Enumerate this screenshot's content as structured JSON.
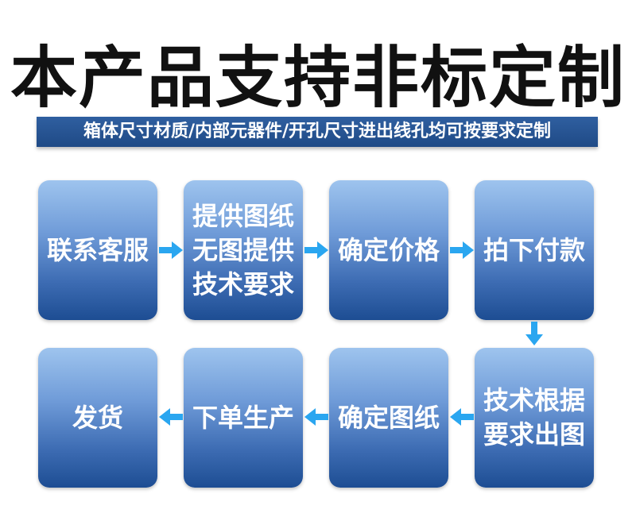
{
  "header": {
    "title": "本产品支持非标定制",
    "subtitle": "箱体尺寸材质/内部元器件/开孔尺寸进出线孔均可按要求定制"
  },
  "flow": {
    "step1": {
      "lines": [
        "联系客服"
      ]
    },
    "step2": {
      "lines": [
        "提供图纸",
        "无图提供",
        "技术要求"
      ]
    },
    "step3": {
      "lines": [
        "确定价格"
      ]
    },
    "step4": {
      "lines": [
        "拍下付款"
      ]
    },
    "step5": {
      "lines": [
        "技术根据",
        "要求出图"
      ]
    },
    "step6": {
      "lines": [
        "确定图纸"
      ]
    },
    "step7": {
      "lines": [
        "下单生产"
      ]
    },
    "step8": {
      "lines": [
        "发货"
      ]
    }
  },
  "colors": {
    "arrow": "#2aa6f0",
    "banner": "#2a5799",
    "box_top": "#9ec4ee",
    "box_bottom": "#1d4d93"
  },
  "icons": {
    "arrow": "arrow-icon"
  }
}
